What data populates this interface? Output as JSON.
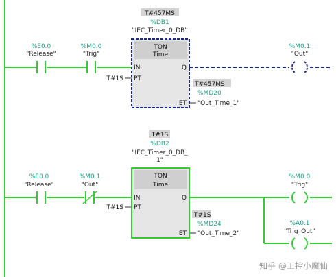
{
  "network1": {
    "inst_value": "T#457MS",
    "inst_db": "%DB1",
    "inst_name": "\"IEC_Timer_0_DB\"",
    "contact1": {
      "addr": "%E0.0",
      "name": "\"Release\""
    },
    "contact2": {
      "addr": "%M0.0",
      "name": "\"Trig\""
    },
    "coil": {
      "addr": "%M0.1",
      "name": "\"Out\""
    },
    "block_type": "TON",
    "block_sub": "Time",
    "pin_in": "IN",
    "pin_q": "Q",
    "pin_pt": "PT",
    "pin_et": "ET",
    "pt_value": "T#1S",
    "et_value": "T#457MS",
    "et_addr": "%MD20",
    "et_name": "\"Out_Time_1\""
  },
  "network2": {
    "inst_value": "T#1S",
    "inst_db": "%DB2",
    "inst_name_line1": "\"IEC_Timer_0_DB_",
    "inst_name_line2": "1\"",
    "contact1": {
      "addr": "%E0.0",
      "name": "\"Release\""
    },
    "contact2": {
      "addr": "%M0.1",
      "name": "\"Out\""
    },
    "coil1": {
      "addr": "%M0.0",
      "name": "\"Trig\""
    },
    "coil2": {
      "addr": "%A0.1",
      "name": "\"Trig_Out\""
    },
    "block_type": "TON",
    "block_sub": "Time",
    "pin_in": "IN",
    "pin_q": "Q",
    "pin_pt": "PT",
    "pin_et": "ET",
    "pt_value": "T#1S",
    "et_value": "T#1S",
    "et_addr": "%MD24",
    "et_name": "\"Out_Time_2\""
  },
  "watermark": "知乎 @工控小魔仙",
  "colors": {
    "energized": "#33cc33",
    "deenergized": "#1a2a8c",
    "address": "#17a589"
  }
}
